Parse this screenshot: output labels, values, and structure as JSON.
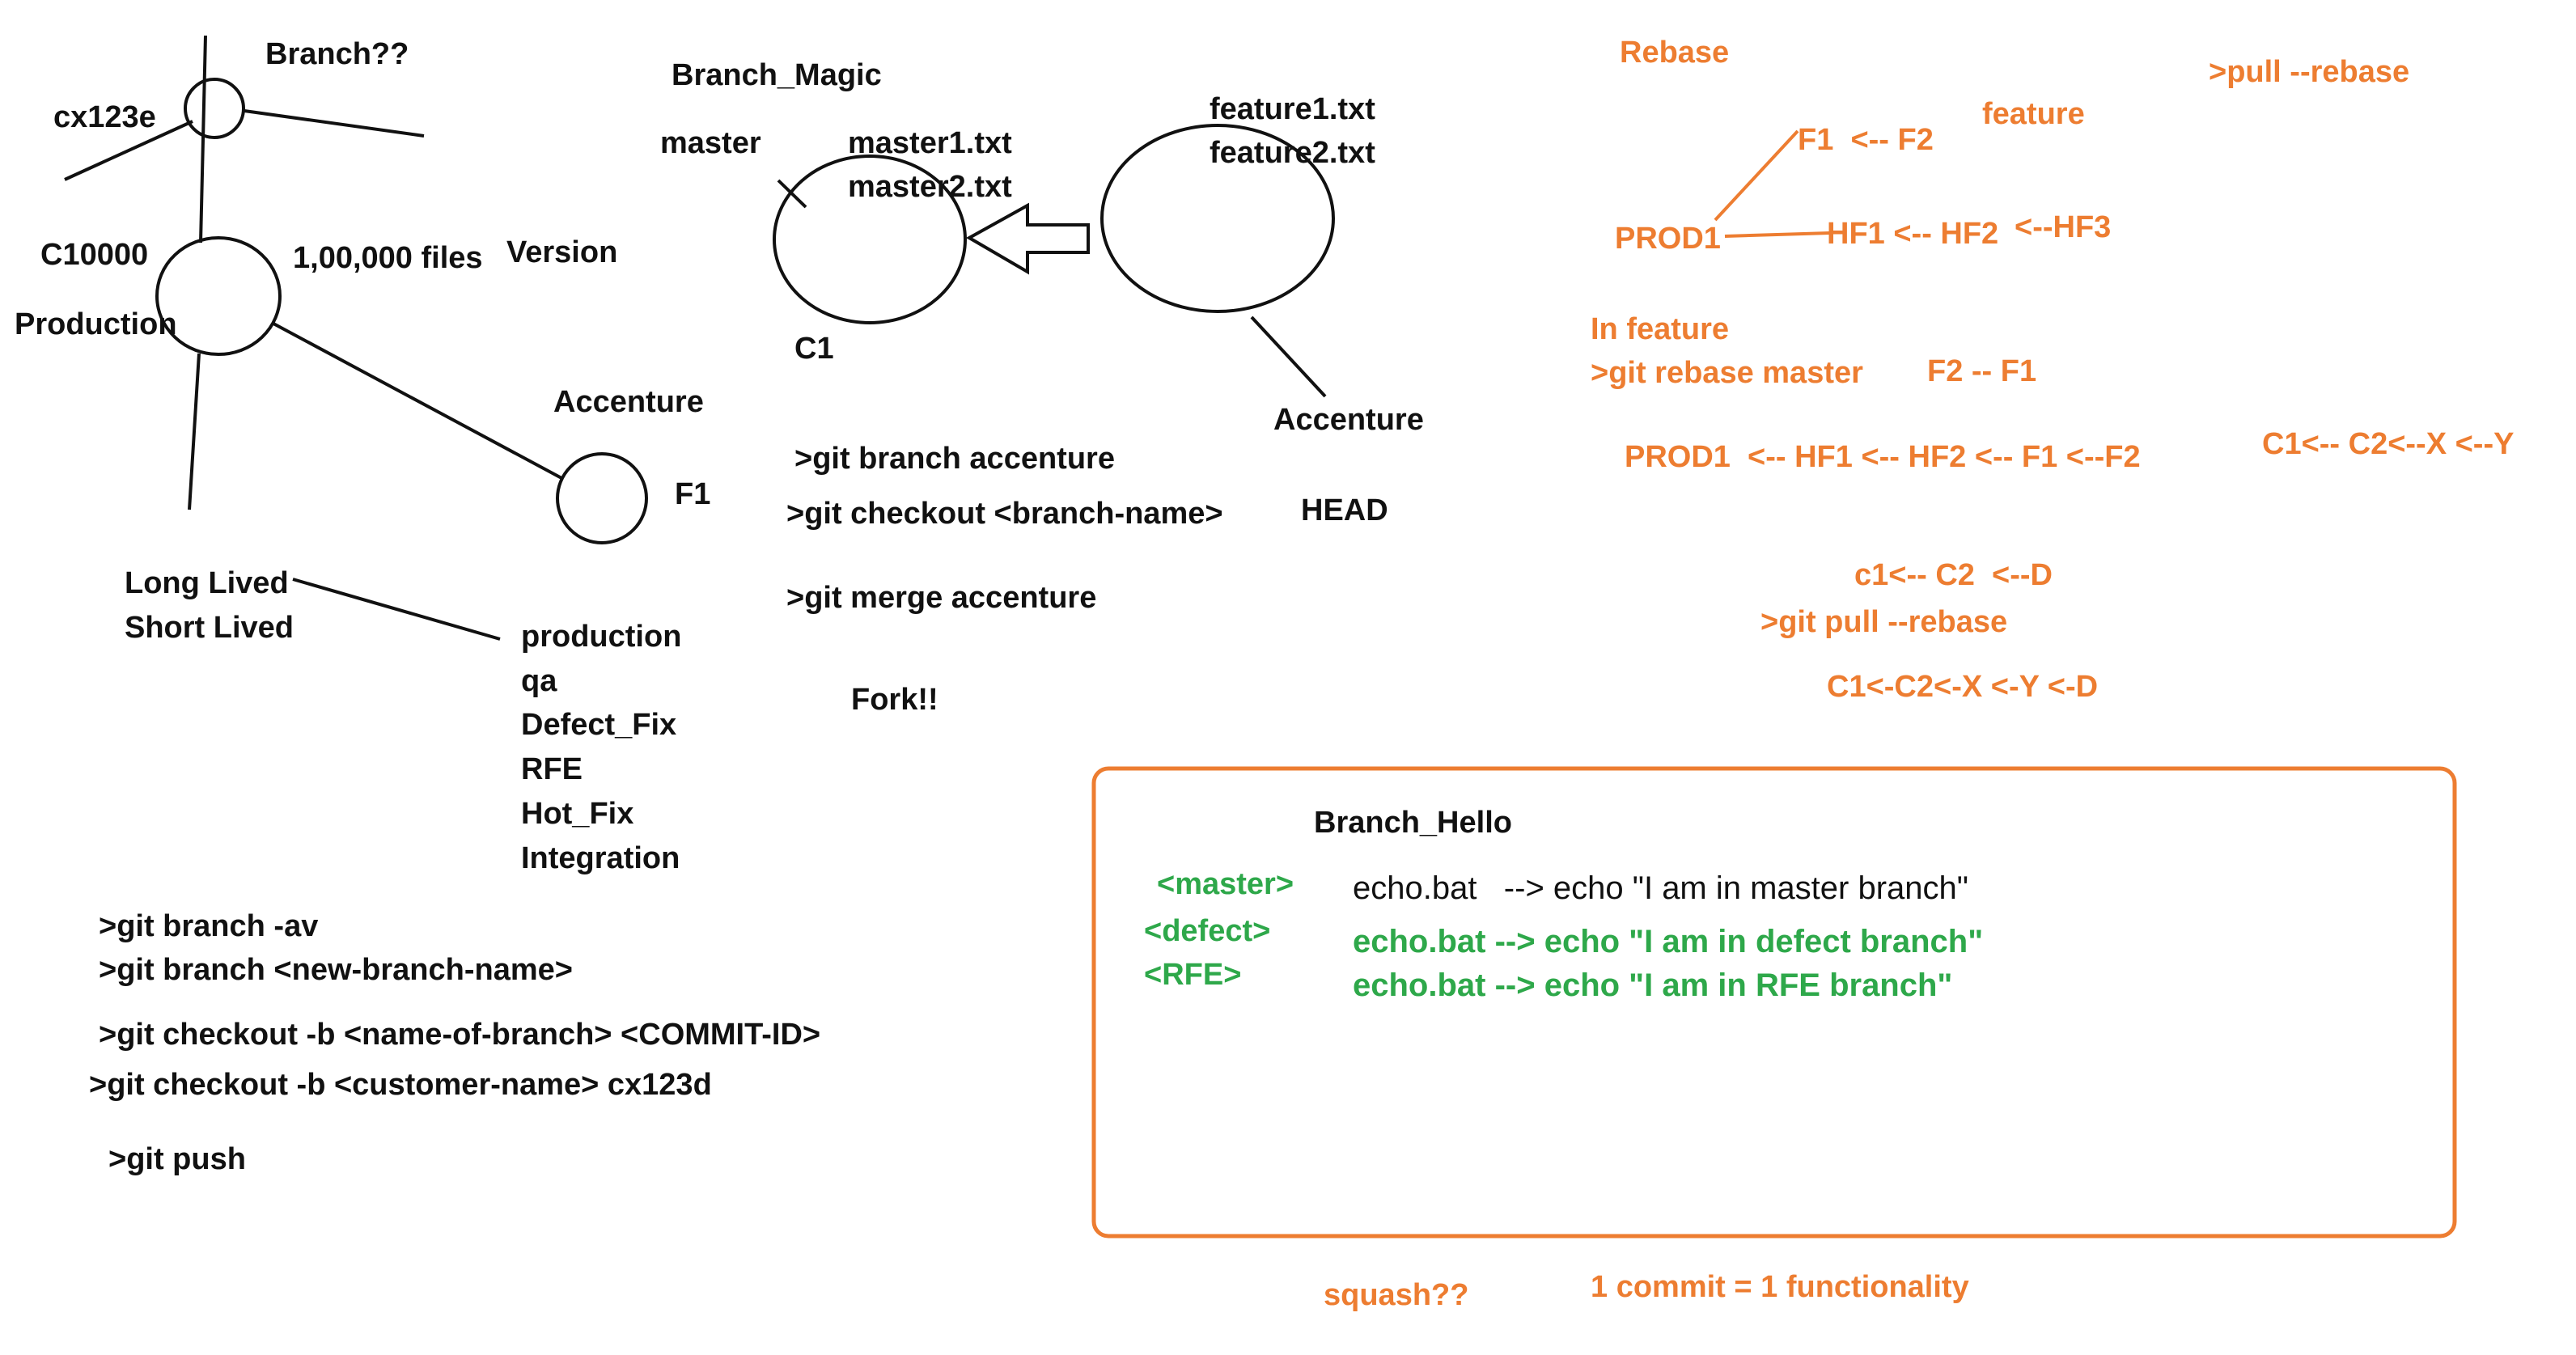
{
  "colors": {
    "black": "#111111",
    "orange": "#ED7D31",
    "green": "#2EA84A"
  },
  "left": {
    "branch_q": "Branch??",
    "commit": "cx123e",
    "c10000": "C10000",
    "files": "1,00,000 files",
    "version": "Version",
    "production": "Production",
    "accenture": "Accenture",
    "f1": "F1",
    "long_lived": "Long Lived",
    "short_lived": "Short Lived",
    "branch_types": [
      "production",
      "qa",
      "Defect_Fix",
      "RFE",
      "Hot_Fix",
      "Integration"
    ],
    "commands": [
      ">git branch -av",
      ">git branch <new-branch-name>",
      ">git checkout -b <name-of-branch> <COMMIT-ID>",
      ">git checkout -b <customer-name> cx123d",
      ">git push"
    ]
  },
  "middle": {
    "title": "Branch_Magic",
    "master": "master",
    "master1": "master1.txt",
    "master2": "master2.txt",
    "c1": "C1",
    "feature1": "feature1.txt",
    "feature2": "feature2.txt",
    "accenture": "Accenture",
    "head": "HEAD",
    "cmd1": ">git branch accenture",
    "cmd2": ">git checkout <branch-name>",
    "cmd3": ">git merge accenture",
    "fork": "Fork!!"
  },
  "right": {
    "rebase": "Rebase",
    "pull_rebase": ">pull --rebase",
    "feature": "feature",
    "f1_f2": "F1  <-- F2",
    "prod1": "PROD1",
    "hf": "HF1 <-- HF2",
    "hf3": "<--HF3",
    "in_feature": "In feature",
    "git_rebase": ">git rebase master",
    "f2_f1": "F2 -- F1",
    "prod_chain": "PROD1  <-- HF1 <-- HF2 <-- F1 <--F2",
    "c_chain": "C1<-- C2<--X <--Y",
    "c1_c2_d": "c1<-- C2  <--D",
    "git_pull_rebase": ">git pull --rebase",
    "final_chain": "C1<-C2<-X <-Y <-D",
    "squash": "squash??",
    "commit_func": "1 commit = 1 functionality"
  },
  "box": {
    "title": "Branch_Hello",
    "tag_master": "<master>",
    "tag_defect": "<defect>",
    "tag_rfe": "<RFE>",
    "line_master": "echo.bat   --> echo \"I am in master branch\"",
    "line_defect": "echo.bat --> echo \"I am in defect branch\"",
    "line_rfe": "echo.bat --> echo \"I am in RFE branch\""
  }
}
